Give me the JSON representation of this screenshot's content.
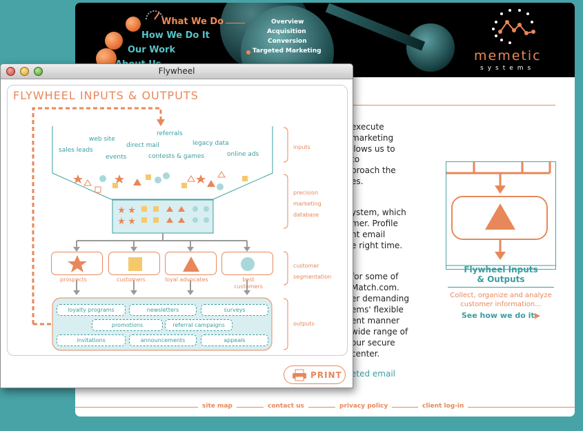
{
  "site": {
    "nav": [
      "What We Do",
      "How We Do It",
      "Our Work",
      "About Us"
    ],
    "subnav": [
      "Overview",
      "Acquisition",
      "Conversion",
      "Targeted Marketing"
    ],
    "logo": {
      "name": "memetic",
      "tagline": "systems"
    },
    "body_lines": [
      "execute",
      "marketing",
      "llows us to",
      "to",
      "proach the",
      "es.",
      "ystem, which",
      "mer. Profile",
      "nt email",
      "e right time.",
      "for some of",
      "Match.com.",
      "er demanding",
      "ems' flexible",
      "ent manner",
      "wide range of",
      "our secure",
      "center.",
      "eted email"
    ],
    "side": {
      "title": "Flywheel Inputs\n& Outputs",
      "desc": "Collect, organize and analyze customer information...",
      "link": "See how we do it"
    },
    "footer": [
      "site map",
      "contact us",
      "privacy policy",
      "client log-in"
    ]
  },
  "window": {
    "title": "Flywheel",
    "heading": "FLYWHEEL INPUTS & OUTPUTS",
    "inputs": [
      "web site",
      "referrals",
      "sales leads",
      "direct mail",
      "legacy data",
      "events",
      "contests & games",
      "online ads"
    ],
    "stages": [
      "inputs",
      "precision marketing database",
      "customer segmentation",
      "outputs"
    ],
    "segments": [
      "prospects",
      "customers",
      "loyal advocates",
      "best customers"
    ],
    "outputs": [
      "loyalty programs",
      "newsletters",
      "surveys",
      "promotions",
      "referral campaigns",
      "invitations",
      "announcements",
      "appeals"
    ],
    "print": "PRINT"
  },
  "colors": {
    "orange": "#e8875a",
    "teal": "#3a9da0",
    "yellow": "#f5c96b",
    "bg": "#47a3a6"
  }
}
